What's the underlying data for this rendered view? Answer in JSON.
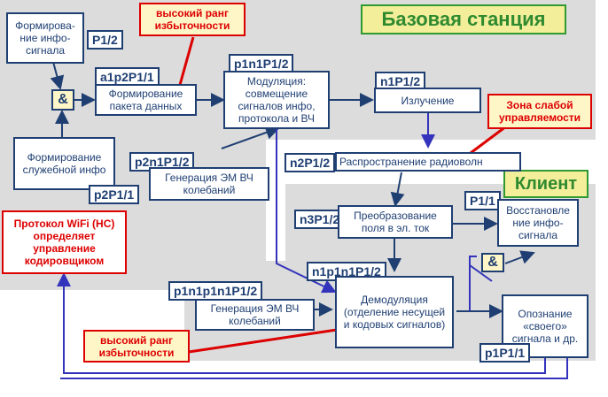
{
  "title_station": "Базовая станция",
  "title_client": "Клиент",
  "boxes": {
    "form_info_signal": "Формирова-ние инфо-сигнала",
    "and_top": "&",
    "form_packet": "Формирование пакета данных",
    "modulation": "Модуляция: совмещение сигналов инфо, протокола и ВЧ",
    "emission": "Излучение",
    "form_service": "Формирование служебной инфо",
    "gen_em": "Генерация ЭМ ВЧ колебаний",
    "propagation": "Распространение радиоволн",
    "wifi_protocol": "Протокол WiFi (НС) определяет управление кодировщиком",
    "field_transform": "Преобразование поля в эл. ток",
    "restore": "Восстановле ние инфо-сигнала",
    "and_client": "&",
    "gen_em_client": "Генерация ЭМ ВЧ колебаний",
    "demodulation": "Демодуляция (отделение несущей и кодовых сигналов)",
    "recognition": "Опознание «своего» сигнала и др."
  },
  "labels": {
    "p12": "P1/2",
    "a1p2p11": "а1р2Р1/1",
    "p1n1p12": "p1n1P1/2",
    "n1p12": "n1P1/2",
    "p2n1p12": "p2n1P1/2",
    "p2p11": "p2P1/1",
    "n2p12": "n2P1/2",
    "n3p12": "n3P1/2",
    "p11": "P1/1",
    "n1p1n1p12": "n1p1n1P1/2",
    "p1n1p1n1p12": "p1n1p1n1P1/2",
    "p1p11": "p1P1/1"
  },
  "notes": {
    "high_rank_top": "высокий ранг избыточности",
    "weak_zone": "Зона слабой управляемости",
    "high_rank_bottom": "высокий ранг избыточности"
  },
  "colors": {
    "station_bg": "#dcdcdc",
    "client_bg": "#dcdcdc",
    "box_border": "#1f3f73",
    "arrow": "#1f3f73",
    "feedback": "#3333bb",
    "red": "#dd0000",
    "note_bg": "#fff6c8",
    "title_bg": "#f3ee9a",
    "title_fg": "#2f8a2f"
  }
}
